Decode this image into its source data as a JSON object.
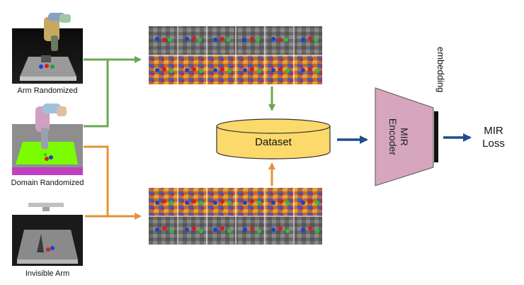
{
  "sources": {
    "arm_randomized": "Arm Randomized",
    "domain_randomized": "Domain Randomized",
    "invisible_arm": "Invisible Arm"
  },
  "dataset": {
    "label": "Dataset"
  },
  "encoder": {
    "line1": "MIR",
    "line2": "Encoder"
  },
  "embedding": {
    "label": "embedding"
  },
  "loss": {
    "line1": "MIR",
    "line2": "Loss"
  },
  "colors": {
    "green_arrow": "#6aa84f",
    "orange_arrow": "#e69138",
    "blue_arrow": "#1f4e8c",
    "dataset_fill": "#fbd96a",
    "encoder_fill": "#d5a6bd",
    "domain_floor": "#7cfc00",
    "domain_border": "#c040c0"
  },
  "icons": {
    "arm_randomized_image": "robot-arm-scene-image",
    "domain_randomized_image": "domain-randomized-scene-image",
    "invisible_arm_image": "invisible-arm-scene-image",
    "top_frames": "frame-grid-image",
    "bottom_frames": "frame-grid-image"
  }
}
